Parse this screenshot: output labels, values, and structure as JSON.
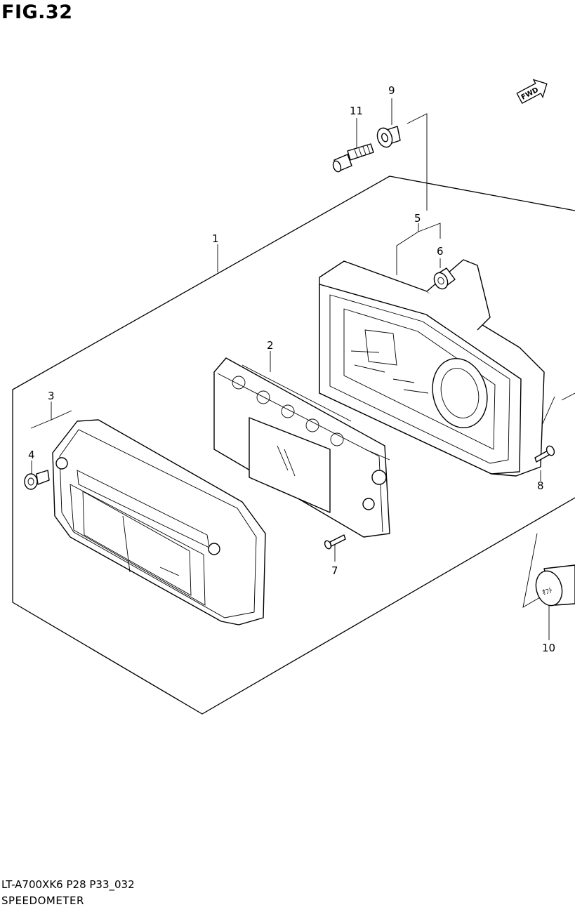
{
  "figure": {
    "title": "FIG.32"
  },
  "footer": {
    "model_code": "LT-A700XK6 P28 P33_032",
    "name": "SPEEDOMETER"
  },
  "fwd_label": "FWD",
  "callouts": {
    "c1": "1",
    "c2": "2",
    "c3": "3",
    "c4": "4",
    "c5": "5",
    "c6": "6",
    "c7": "7",
    "c8": "8",
    "c9": "9",
    "c10": "10",
    "c11": "11"
  },
  "cap_marking": "ｵﾌﾄ"
}
